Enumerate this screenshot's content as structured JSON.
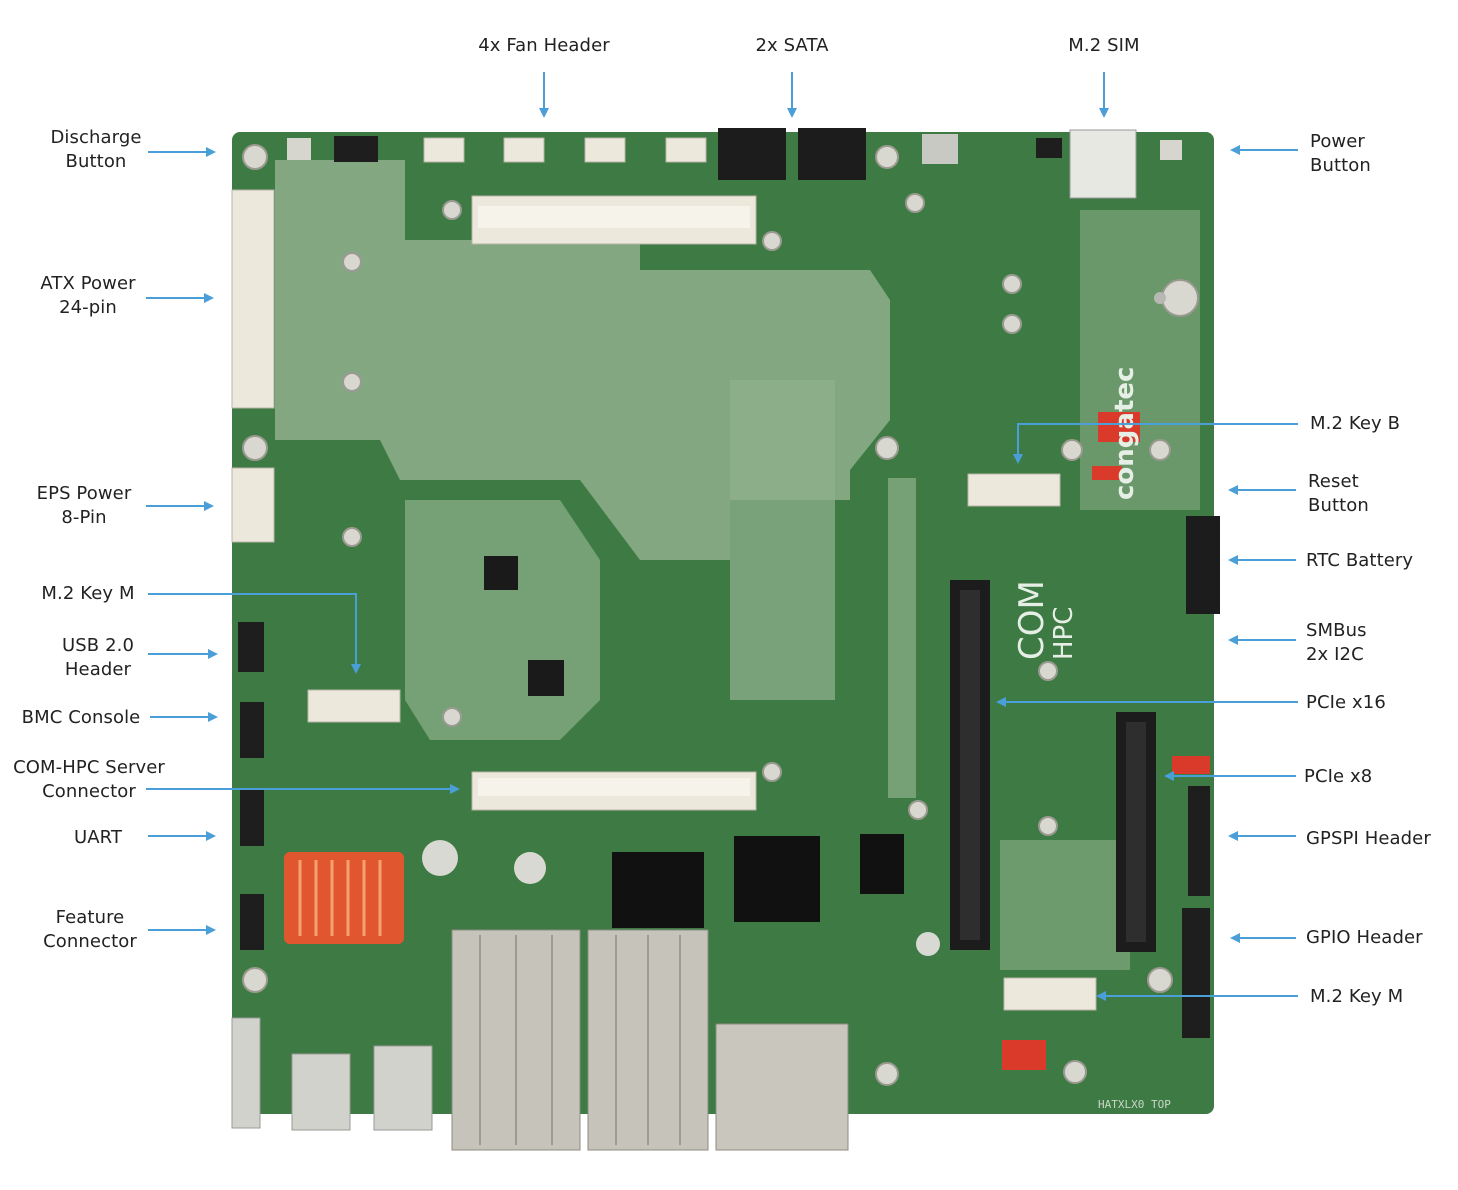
{
  "labels": {
    "fan_header": "4x Fan Header",
    "sata": "2x SATA",
    "m2_sim": "M.2 SIM",
    "discharge_button": [
      "Discharge",
      "Button"
    ],
    "power_button": [
      "Power",
      "Button"
    ],
    "atx_power": [
      "ATX Power",
      "24-pin"
    ],
    "m2_key_b": "M.2 Key B",
    "reset_button": [
      "Reset",
      "Button"
    ],
    "eps_power": [
      "EPS Power",
      "8-Pin"
    ],
    "rtc_battery": "RTC Battery",
    "m2_key_m_left": "M.2 Key M",
    "smbus": [
      "SMBus",
      "2x I2C"
    ],
    "usb_header": [
      "USB 2.0",
      "Header"
    ],
    "pcie_x16": "PCIe x16",
    "bmc_console": "BMC Console",
    "com_hpc_connector": [
      "COM-HPC Server",
      "Connector"
    ],
    "pcie_x8": "PCIe x8",
    "uart": "UART",
    "gpspi_header": "GPSPI Header",
    "feature_connector": [
      "Feature",
      "Connector"
    ],
    "gpio_header": "GPIO Header",
    "m2_key_m_right": "M.2 Key M"
  },
  "board": {
    "brand": "congatec",
    "logo": [
      "COM",
      "HPC"
    ],
    "model": "HATXLX0 TOP"
  },
  "colors": {
    "arrow": "#4a9fd8",
    "pcb": "#3e7a43",
    "pcb_light": "#8fb08c",
    "connector": "#ece8dc"
  }
}
